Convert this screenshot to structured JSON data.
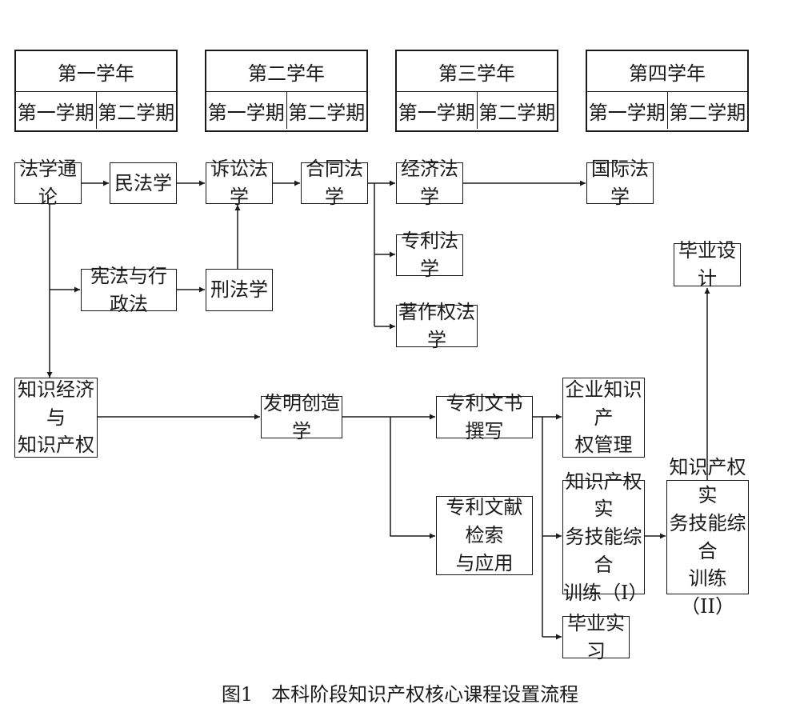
{
  "years": [
    {
      "title": "第一学年",
      "semesters": [
        "第一学期",
        "第二学期"
      ]
    },
    {
      "title": "第二学年",
      "semesters": [
        "第一学期",
        "第二学期"
      ]
    },
    {
      "title": "第三学年",
      "semesters": [
        "第一学期",
        "第二学期"
      ]
    },
    {
      "title": "第四学年",
      "semesters": [
        "第一学期",
        "第二学期"
      ]
    }
  ],
  "courses": {
    "intro_law": "法学通论",
    "civil_law": "民法学",
    "procedural_law": "诉讼法学",
    "contract_law": "合同法学",
    "economic_law": "经济法学",
    "international_law": "国际法学",
    "patent_law": "专利法学",
    "copyright_law": "著作权法学",
    "constitutional_law": "宪法与行政法",
    "criminal_law": "刑法学",
    "graduation_design": "毕业设计",
    "knowledge_economy": [
      "知识经济与",
      "知识产权"
    ],
    "invention_creation": "发明创造学",
    "patent_writing": "专利文书撰写",
    "enterprise_ip": [
      "企业知识产",
      "权管理"
    ],
    "patent_retrieval": [
      "专利文献检索",
      "与应用"
    ],
    "ip_training_1": [
      "知识产权实",
      "务技能综合",
      "训练（I）"
    ],
    "ip_training_2": [
      "知识产权实",
      "务技能综合",
      "训练（II）"
    ],
    "internship": "毕业实习"
  },
  "caption": "图1   本科阶段知识产权核心课程设置流程"
}
